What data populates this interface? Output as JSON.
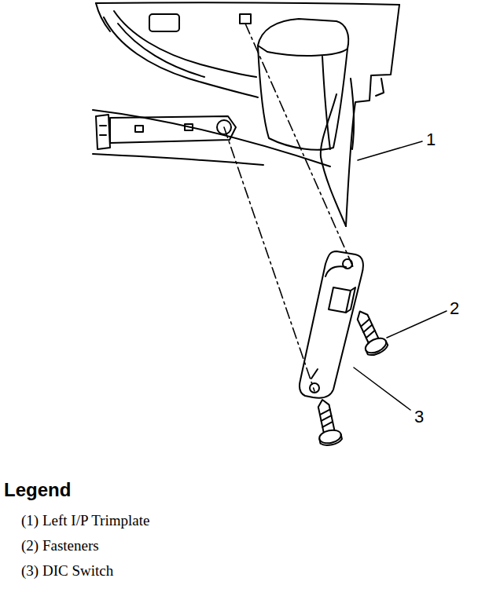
{
  "diagram": {
    "labels": [
      "1",
      "2",
      "3",
      "Legend",
      "(1) Left I/P Trimplate",
      "(2) Fasteners",
      "(3) DIC Switch"
    ]
  }
}
